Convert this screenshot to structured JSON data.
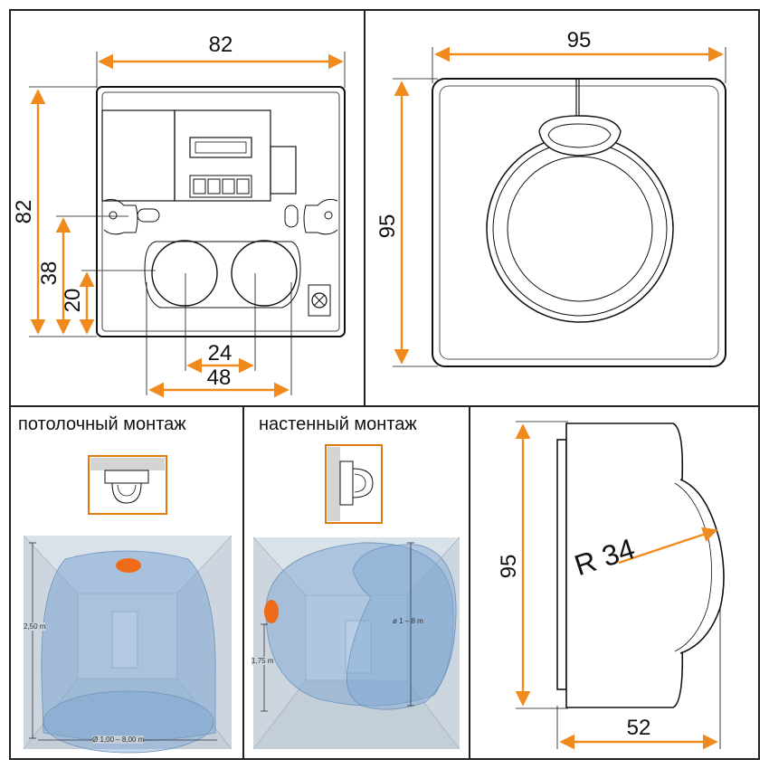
{
  "front_view": {
    "width": "82",
    "height": "82",
    "height_38": "38",
    "height_20": "20",
    "hole_spacing": "24",
    "hole_span": "48"
  },
  "cover_view": {
    "width": "95",
    "height": "95"
  },
  "side_view": {
    "height": "95",
    "depth": "52",
    "radius": "R 34"
  },
  "ceiling_mount": {
    "caption": "потолочный монтаж",
    "height_label": "2,50 m",
    "diameter_label": "Ø 1,00 – 8,00 m"
  },
  "wall_mount": {
    "caption": "настенный монтаж",
    "height_label": "1,75 m",
    "diameter_label": "ø 1 – 8 m"
  },
  "colors": {
    "dimension": "#f08a1c",
    "sensor": "#ef6b1a",
    "zone": "#7fa7d2",
    "room": "#c8d3dc"
  }
}
